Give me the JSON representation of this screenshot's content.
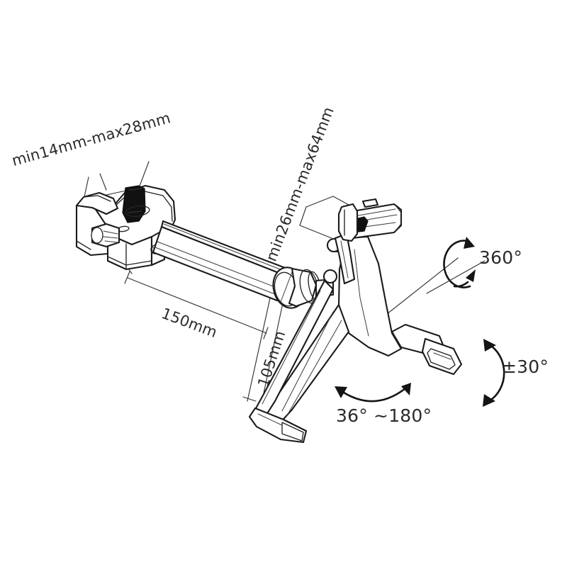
{
  "diagram": {
    "title": "Tablet mount clamp arm technical line drawing",
    "background_color": "#ffffff",
    "line_color": "#1b1b1b",
    "text_color": "#2b2b2b"
  },
  "labels": {
    "clamp_range": "min14mm-max28mm",
    "tablet_range": "min26mm-max64mm",
    "arm_length": "150mm",
    "drop_height": "105mm",
    "rotation_360": "360°",
    "tilt_30": "±30°",
    "swivel_range": "36°  ~180°"
  },
  "parts": {
    "clamp": "desk-clamp",
    "arm": "extension-tube-arm",
    "ball_joint": "ball-joint",
    "holder": "tablet-holder-body",
    "grip_jaw": "top-grip-jaw",
    "foot_left": "left-foot-pad",
    "foot_right": "right-foot-pad"
  },
  "annotations": {
    "rotation_axis": "rotation-axis-line",
    "arc_360": "circular-rotation-arrow",
    "arc_tilt": "vertical-tilt-arrow",
    "arc_swivel": "horizontal-swivel-arrow"
  }
}
